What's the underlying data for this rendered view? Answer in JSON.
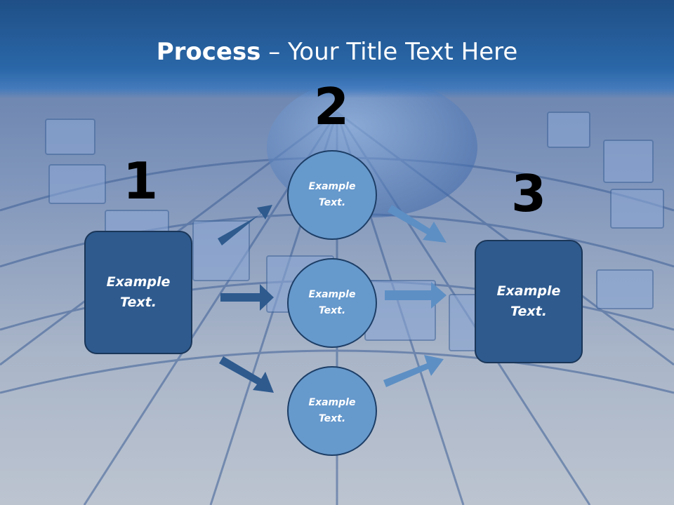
{
  "slide": {
    "title_bold": "Process",
    "title_rest": " – Your Title Text Here"
  },
  "steps": {
    "n1": "1",
    "n2": "2",
    "n3": "3"
  },
  "nodes": {
    "left_box": "Example Text.",
    "circle_top": "Example Text.",
    "circle_middle": "Example Text.",
    "circle_bottom": "Example Text.",
    "right_box": "Example Text."
  },
  "colors": {
    "title_band": "#2a67a8",
    "box_fill": "#2e5a8e",
    "circle_fill": "#6699cc",
    "arrow_dark": "#2e5a8e",
    "arrow_light": "#5d8fc4"
  }
}
